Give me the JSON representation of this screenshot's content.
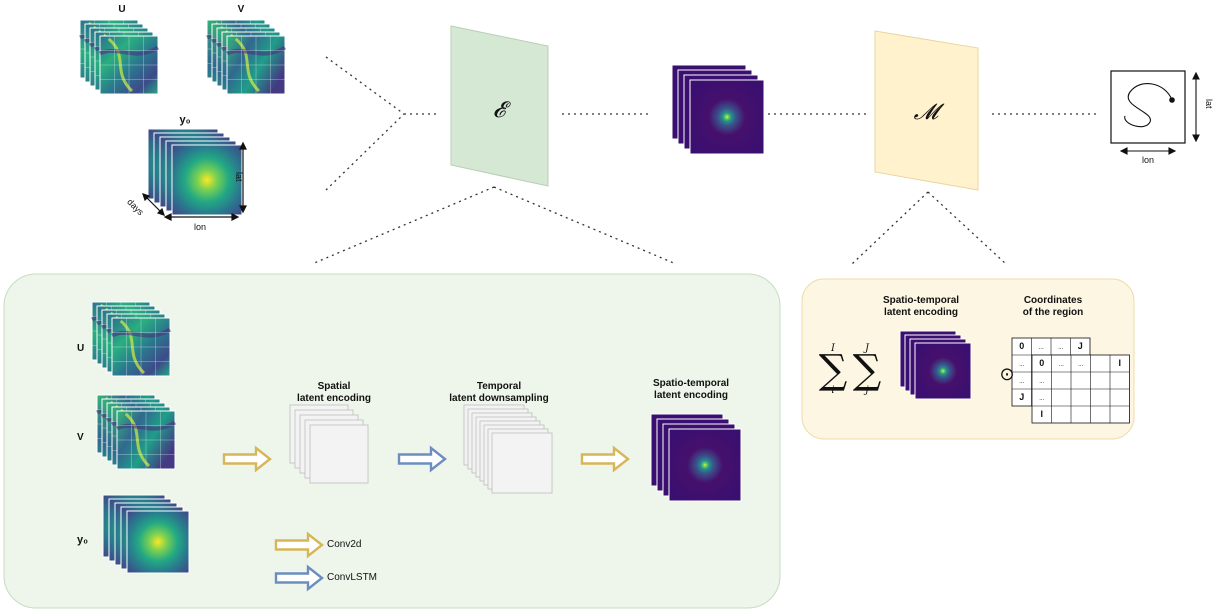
{
  "colors": {
    "encoder_fill": "#d5e8d4",
    "model_fill": "#fff2cc",
    "green_panel": "#eef5ea",
    "yellow_panel": "#fdf6e2",
    "conv2d_arrow": "#d6b656",
    "convlstm_arrow": "#6c8ebf",
    "latent_dark": "#3b0f70",
    "field_teal": "#2a788e"
  },
  "top": {
    "u_label": "U",
    "v_label": "V",
    "y0_label": "y₀",
    "days_label": "days",
    "lon_label": "lon",
    "lat_label": "lat",
    "encoder_symbol": "𝓔",
    "model_symbol": "𝓜",
    "traj_lon": "lon",
    "traj_lat": "lat"
  },
  "encoder_detail": {
    "u_label": "U",
    "v_label": "V",
    "y0_label": "y₀",
    "spatial_title": [
      "Spatial",
      "latent encoding"
    ],
    "temporal_title": [
      "Temporal",
      "latent downsampling"
    ],
    "st_title": [
      "Spatio-temporal",
      "latent encoding"
    ],
    "legend": {
      "conv2d": "Conv2d",
      "convlstm": "ConvLSTM"
    }
  },
  "model_detail": {
    "st_title": [
      "Spatio-temporal",
      "latent encoding"
    ],
    "coords_title": [
      "Coordinates",
      "of the region"
    ],
    "sum_upper_i": "I",
    "sum_lower_i": "i",
    "sum_upper_j": "J",
    "sum_lower_j": "j",
    "odot": "⊙",
    "grid_back": [
      "0",
      "...",
      "...",
      "J",
      "...",
      "...",
      "J"
    ],
    "grid_front": [
      "0",
      "...",
      "...",
      "I",
      "...",
      "...",
      "I"
    ]
  }
}
